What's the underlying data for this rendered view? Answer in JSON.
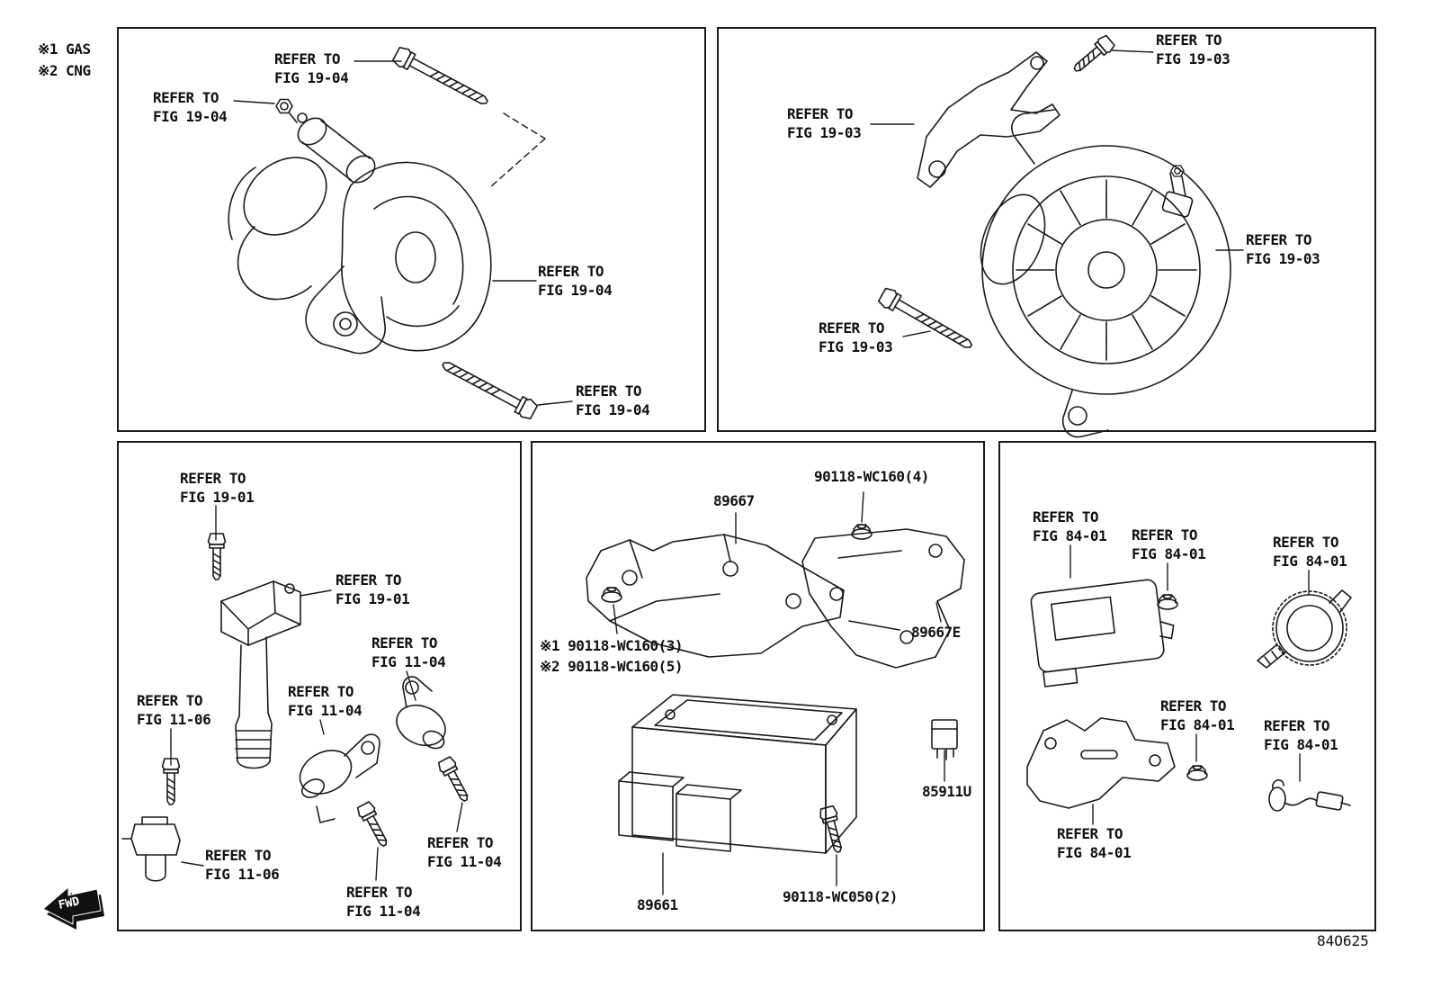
{
  "page": {
    "note1": "※1 GAS",
    "note2": "※2 CNG",
    "fwd": "FWD",
    "diagram_code": "84O625"
  },
  "panel_starter": {
    "labels": [
      {
        "l1": "REFER TO",
        "l2": "FIG 19-04"
      },
      {
        "l1": "REFER TO",
        "l2": "FIG 19-04"
      },
      {
        "l1": "REFER TO",
        "l2": "FIG 19-04"
      },
      {
        "l1": "REFER TO",
        "l2": "FIG 19-04"
      }
    ]
  },
  "panel_alternator": {
    "labels": [
      {
        "l1": "REFER TO",
        "l2": "FIG 19-03"
      },
      {
        "l1": "REFER TO",
        "l2": "FIG 19-03"
      },
      {
        "l1": "REFER TO",
        "l2": "FIG 19-03"
      },
      {
        "l1": "REFER TO",
        "l2": "FIG 19-03"
      }
    ]
  },
  "panel_coils": {
    "labels": [
      {
        "l1": "REFER TO",
        "l2": "FIG 19-01"
      },
      {
        "l1": "REFER TO",
        "l2": "FIG 19-01"
      },
      {
        "l1": "REFER TO",
        "l2": "FIG 11-04"
      },
      {
        "l1": "REFER TO",
        "l2": "FIG 11-06"
      },
      {
        "l1": "REFER TO",
        "l2": "FIG 11-04"
      },
      {
        "l1": "REFER TO",
        "l2": "FIG 11-06"
      },
      {
        "l1": "REFER TO",
        "l2": "FIG 11-04"
      },
      {
        "l1": "REFER TO",
        "l2": "FIG 11-04"
      }
    ]
  },
  "panel_ecu": {
    "bolt_top": "90118-WC160(4)",
    "bracket": "89667",
    "bracket_e": "89667E",
    "bolt_note1": "※1 90118-WC160(3)",
    "bolt_note2": "※2 90118-WC160(5)",
    "relay": "85911U",
    "ecu": "89661",
    "bolt_bottom": "90118-WC050(2)"
  },
  "panel_modules": {
    "labels": [
      {
        "l1": "REFER TO",
        "l2": "FIG 84-01"
      },
      {
        "l1": "REFER TO",
        "l2": "FIG 84-01"
      },
      {
        "l1": "REFER TO",
        "l2": "FIG 84-01"
      },
      {
        "l1": "REFER TO",
        "l2": "FIG 84-01"
      },
      {
        "l1": "REFER TO",
        "l2": "FIG 84-01"
      },
      {
        "l1": "REFER TO",
        "l2": "FIG 84-01"
      }
    ]
  }
}
